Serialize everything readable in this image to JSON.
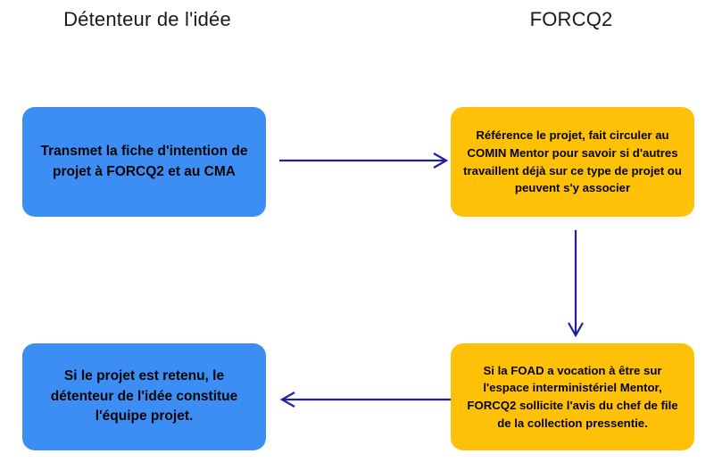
{
  "diagram": {
    "title_left": "Détenteur de l'idée",
    "title_right": "FORCQ2",
    "colors": {
      "blue": "#3c8ef4",
      "yellow": "#fec107",
      "arrow": "#1f1f9f",
      "text": "#050505",
      "header_text": "#1a1a1a",
      "background": "#ffffff"
    },
    "nodes": [
      {
        "id": "transmet",
        "lane": "Détenteur de l'idée",
        "color": "blue",
        "text": "Transmet la fiche d'intention de projet à FORCQ2 et au CMA"
      },
      {
        "id": "reference",
        "lane": "FORCQ2",
        "color": "yellow",
        "text": "Référence le projet, fait circuler au COMIN Mentor pour savoir si d'autres travaillent déjà sur ce type de projet ou peuvent s'y associer"
      },
      {
        "id": "foad",
        "lane": "FORCQ2",
        "color": "yellow",
        "text": "Si la FOAD a vocation à être sur l'espace interministériel Mentor, FORCQ2 sollicite l'avis du chef de file de la collection pressentie."
      },
      {
        "id": "equipe",
        "lane": "Détenteur de l'idée",
        "color": "blue",
        "text": "Si le projet est retenu, le détenteur de l'idée constitue l'équipe projet."
      }
    ],
    "arrows": [
      {
        "id": "transmet-to-reference",
        "from": "transmet",
        "to": "reference",
        "direction": "right",
        "label": ""
      },
      {
        "id": "reference-to-foad",
        "from": "reference",
        "to": "foad",
        "direction": "down",
        "label": ""
      },
      {
        "id": "foad-to-equipe",
        "from": "foad",
        "to": "equipe",
        "direction": "left",
        "label": ""
      }
    ]
  }
}
